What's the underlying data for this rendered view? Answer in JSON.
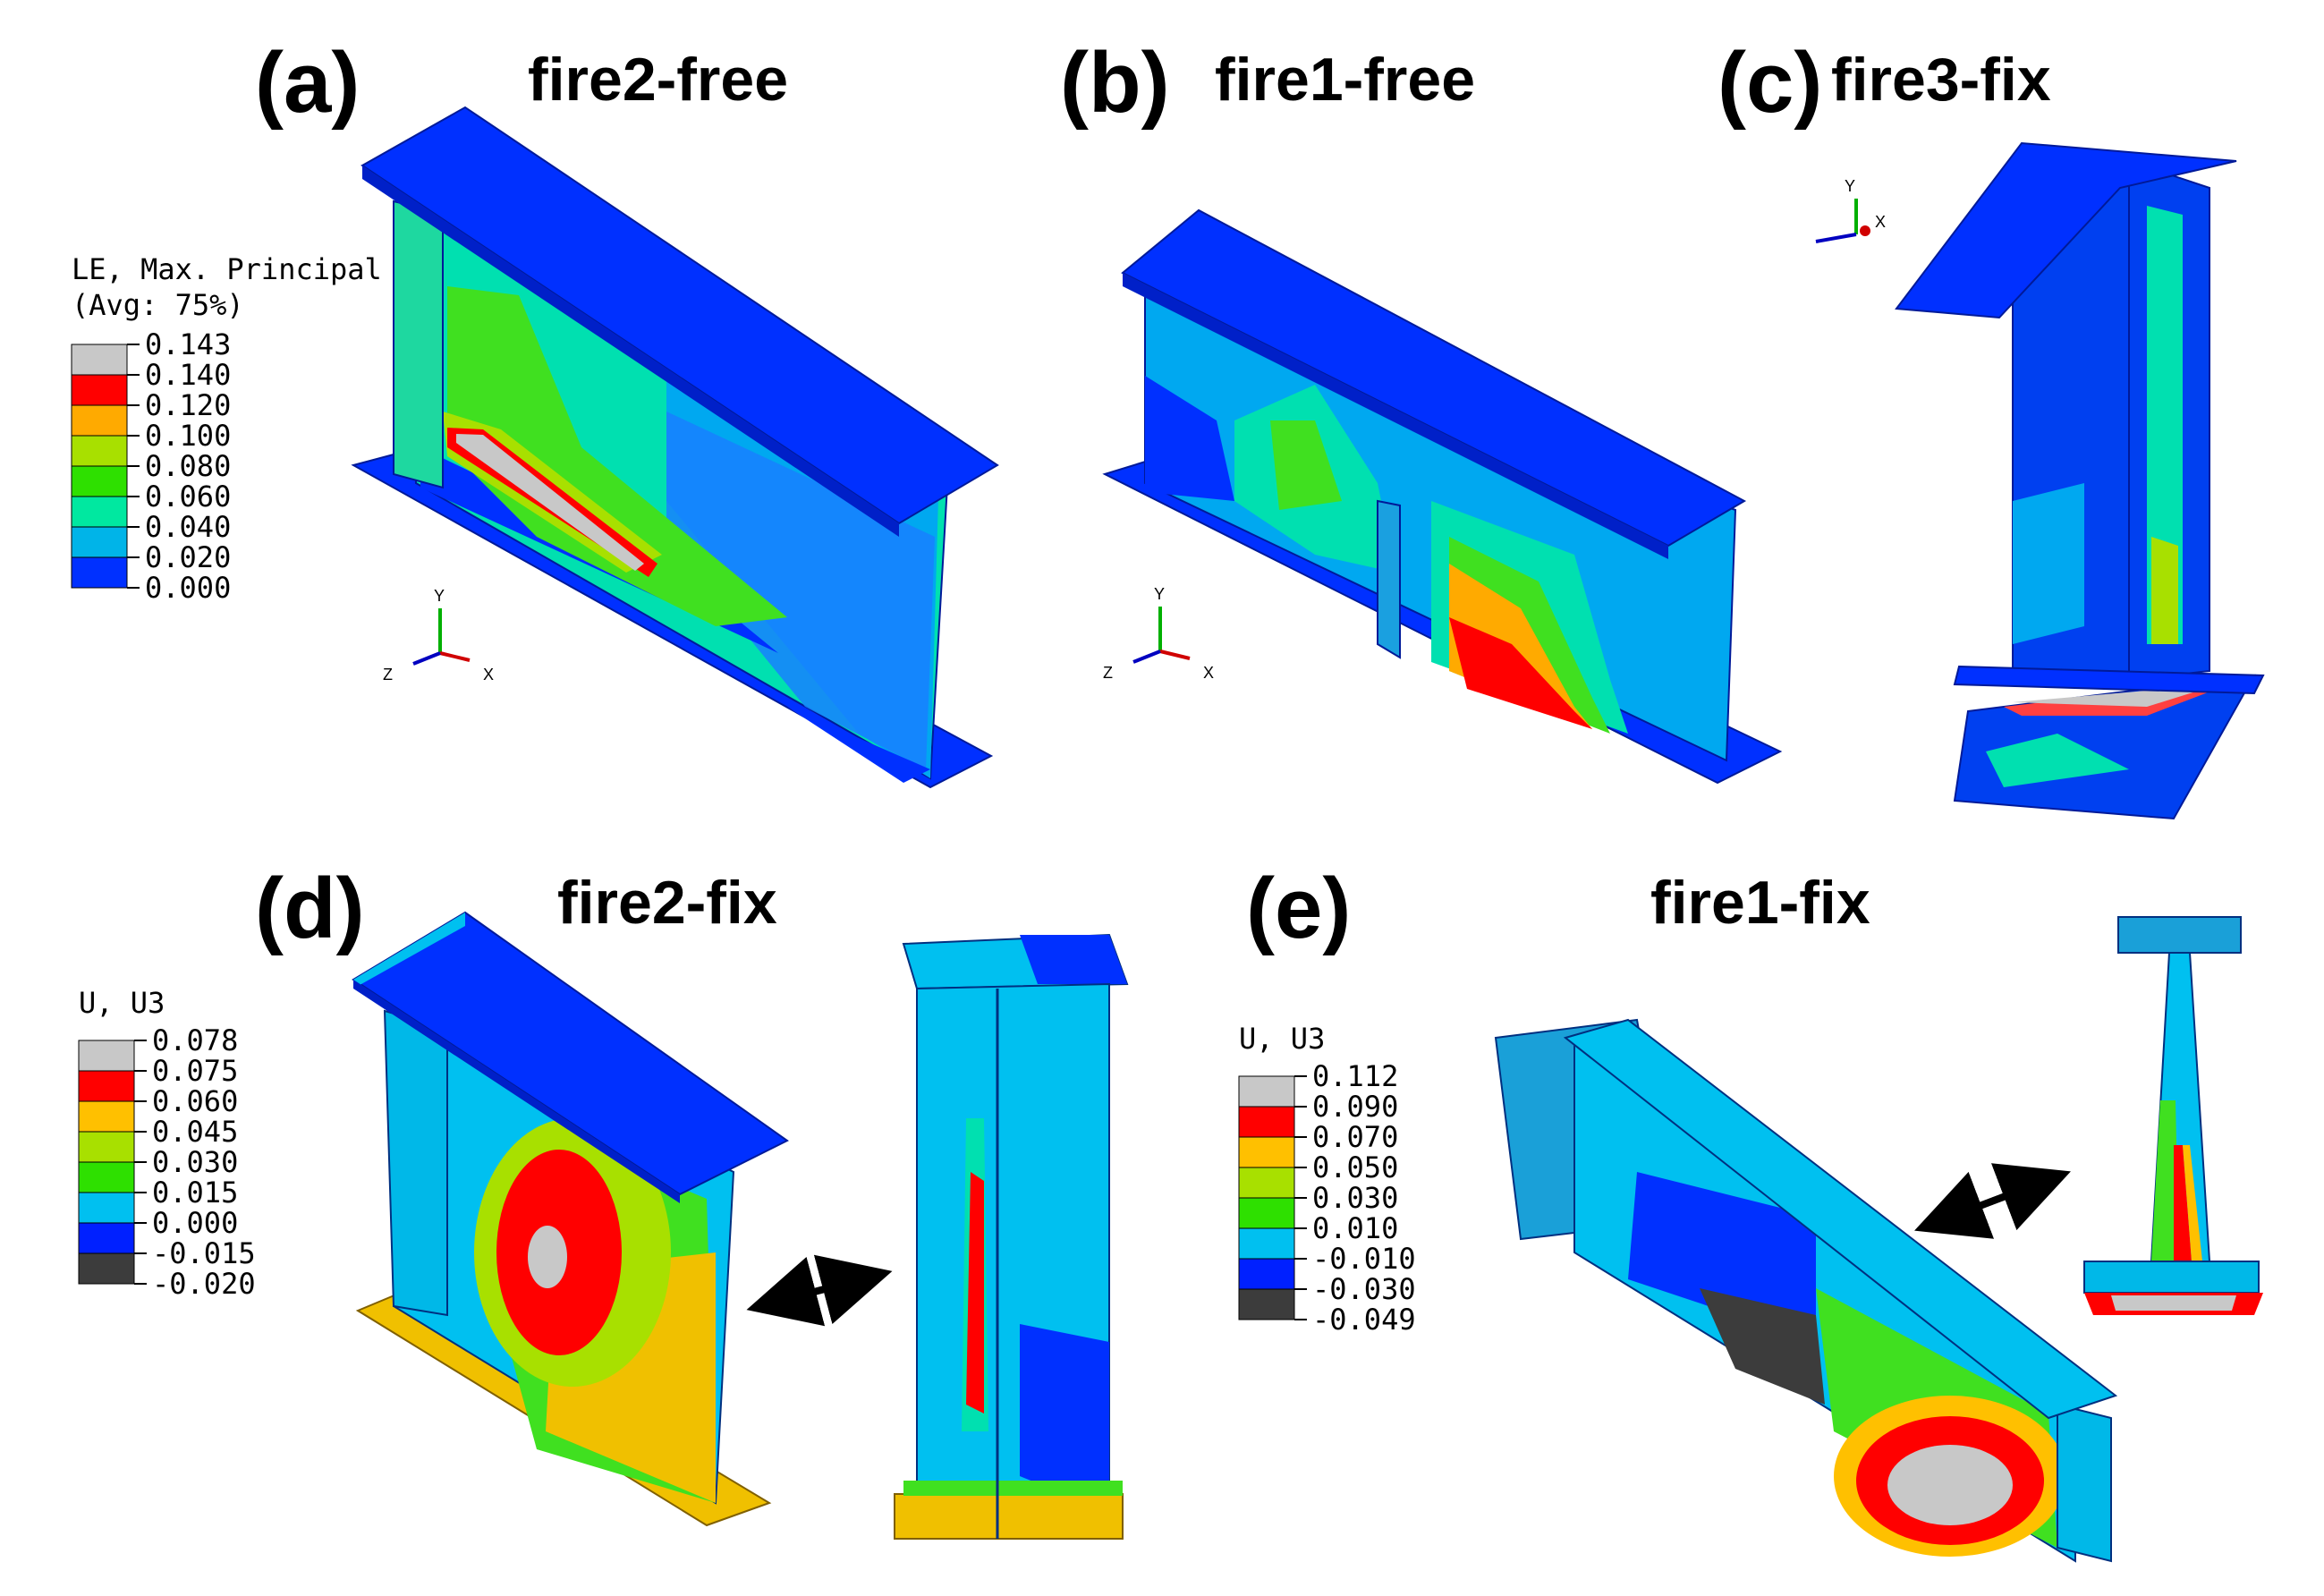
{
  "panels": [
    {
      "letter": "(a)",
      "title": "fire2-free"
    },
    {
      "letter": "(b)",
      "title": "fire1-free"
    },
    {
      "letter": "(c)",
      "title": "fire3-fix"
    },
    {
      "letter": "(d)",
      "title": "fire2-fix"
    },
    {
      "letter": "(e)",
      "title": "fire1-fix"
    }
  ],
  "legend_le": {
    "title1": "LE, Max. Principal",
    "title2": "(Avg: 75%)",
    "values": [
      "0.143",
      "0.140",
      "0.120",
      "0.100",
      "0.080",
      "0.060",
      "0.040",
      "0.020",
      "0.000"
    ],
    "colors": [
      "#c8c8c8",
      "#ff0000",
      "#ffaa00",
      "#a8e000",
      "#2ee000",
      "#00e8a0",
      "#00b4e8",
      "#0030ff"
    ]
  },
  "legend_u3_d": {
    "title1": "U, U3",
    "values": [
      "0.078",
      "0.075",
      "0.060",
      "0.045",
      "0.030",
      "0.015",
      "0.000",
      "-0.015",
      "-0.020"
    ],
    "colors": [
      "#c8c8c8",
      "#ff0000",
      "#ffc000",
      "#a8e000",
      "#2ee000",
      "#00c0f0",
      "#0020ff",
      "#3c3c3c"
    ]
  },
  "legend_u3_e": {
    "title1": "U, U3",
    "values": [
      "0.112",
      "0.090",
      "0.070",
      "0.050",
      "0.030",
      "0.010",
      "-0.010",
      "-0.030",
      "-0.049"
    ],
    "colors": [
      "#c8c8c8",
      "#ff0000",
      "#ffc000",
      "#a8e000",
      "#2ee000",
      "#00c0f0",
      "#0020ff",
      "#3c3c3c"
    ]
  },
  "triads": [
    {
      "y": "Y",
      "z": "Z",
      "x": "X"
    },
    {
      "y": "Y",
      "z": "Z",
      "x": "X"
    },
    {
      "y": "Y",
      "x": "X"
    }
  ]
}
